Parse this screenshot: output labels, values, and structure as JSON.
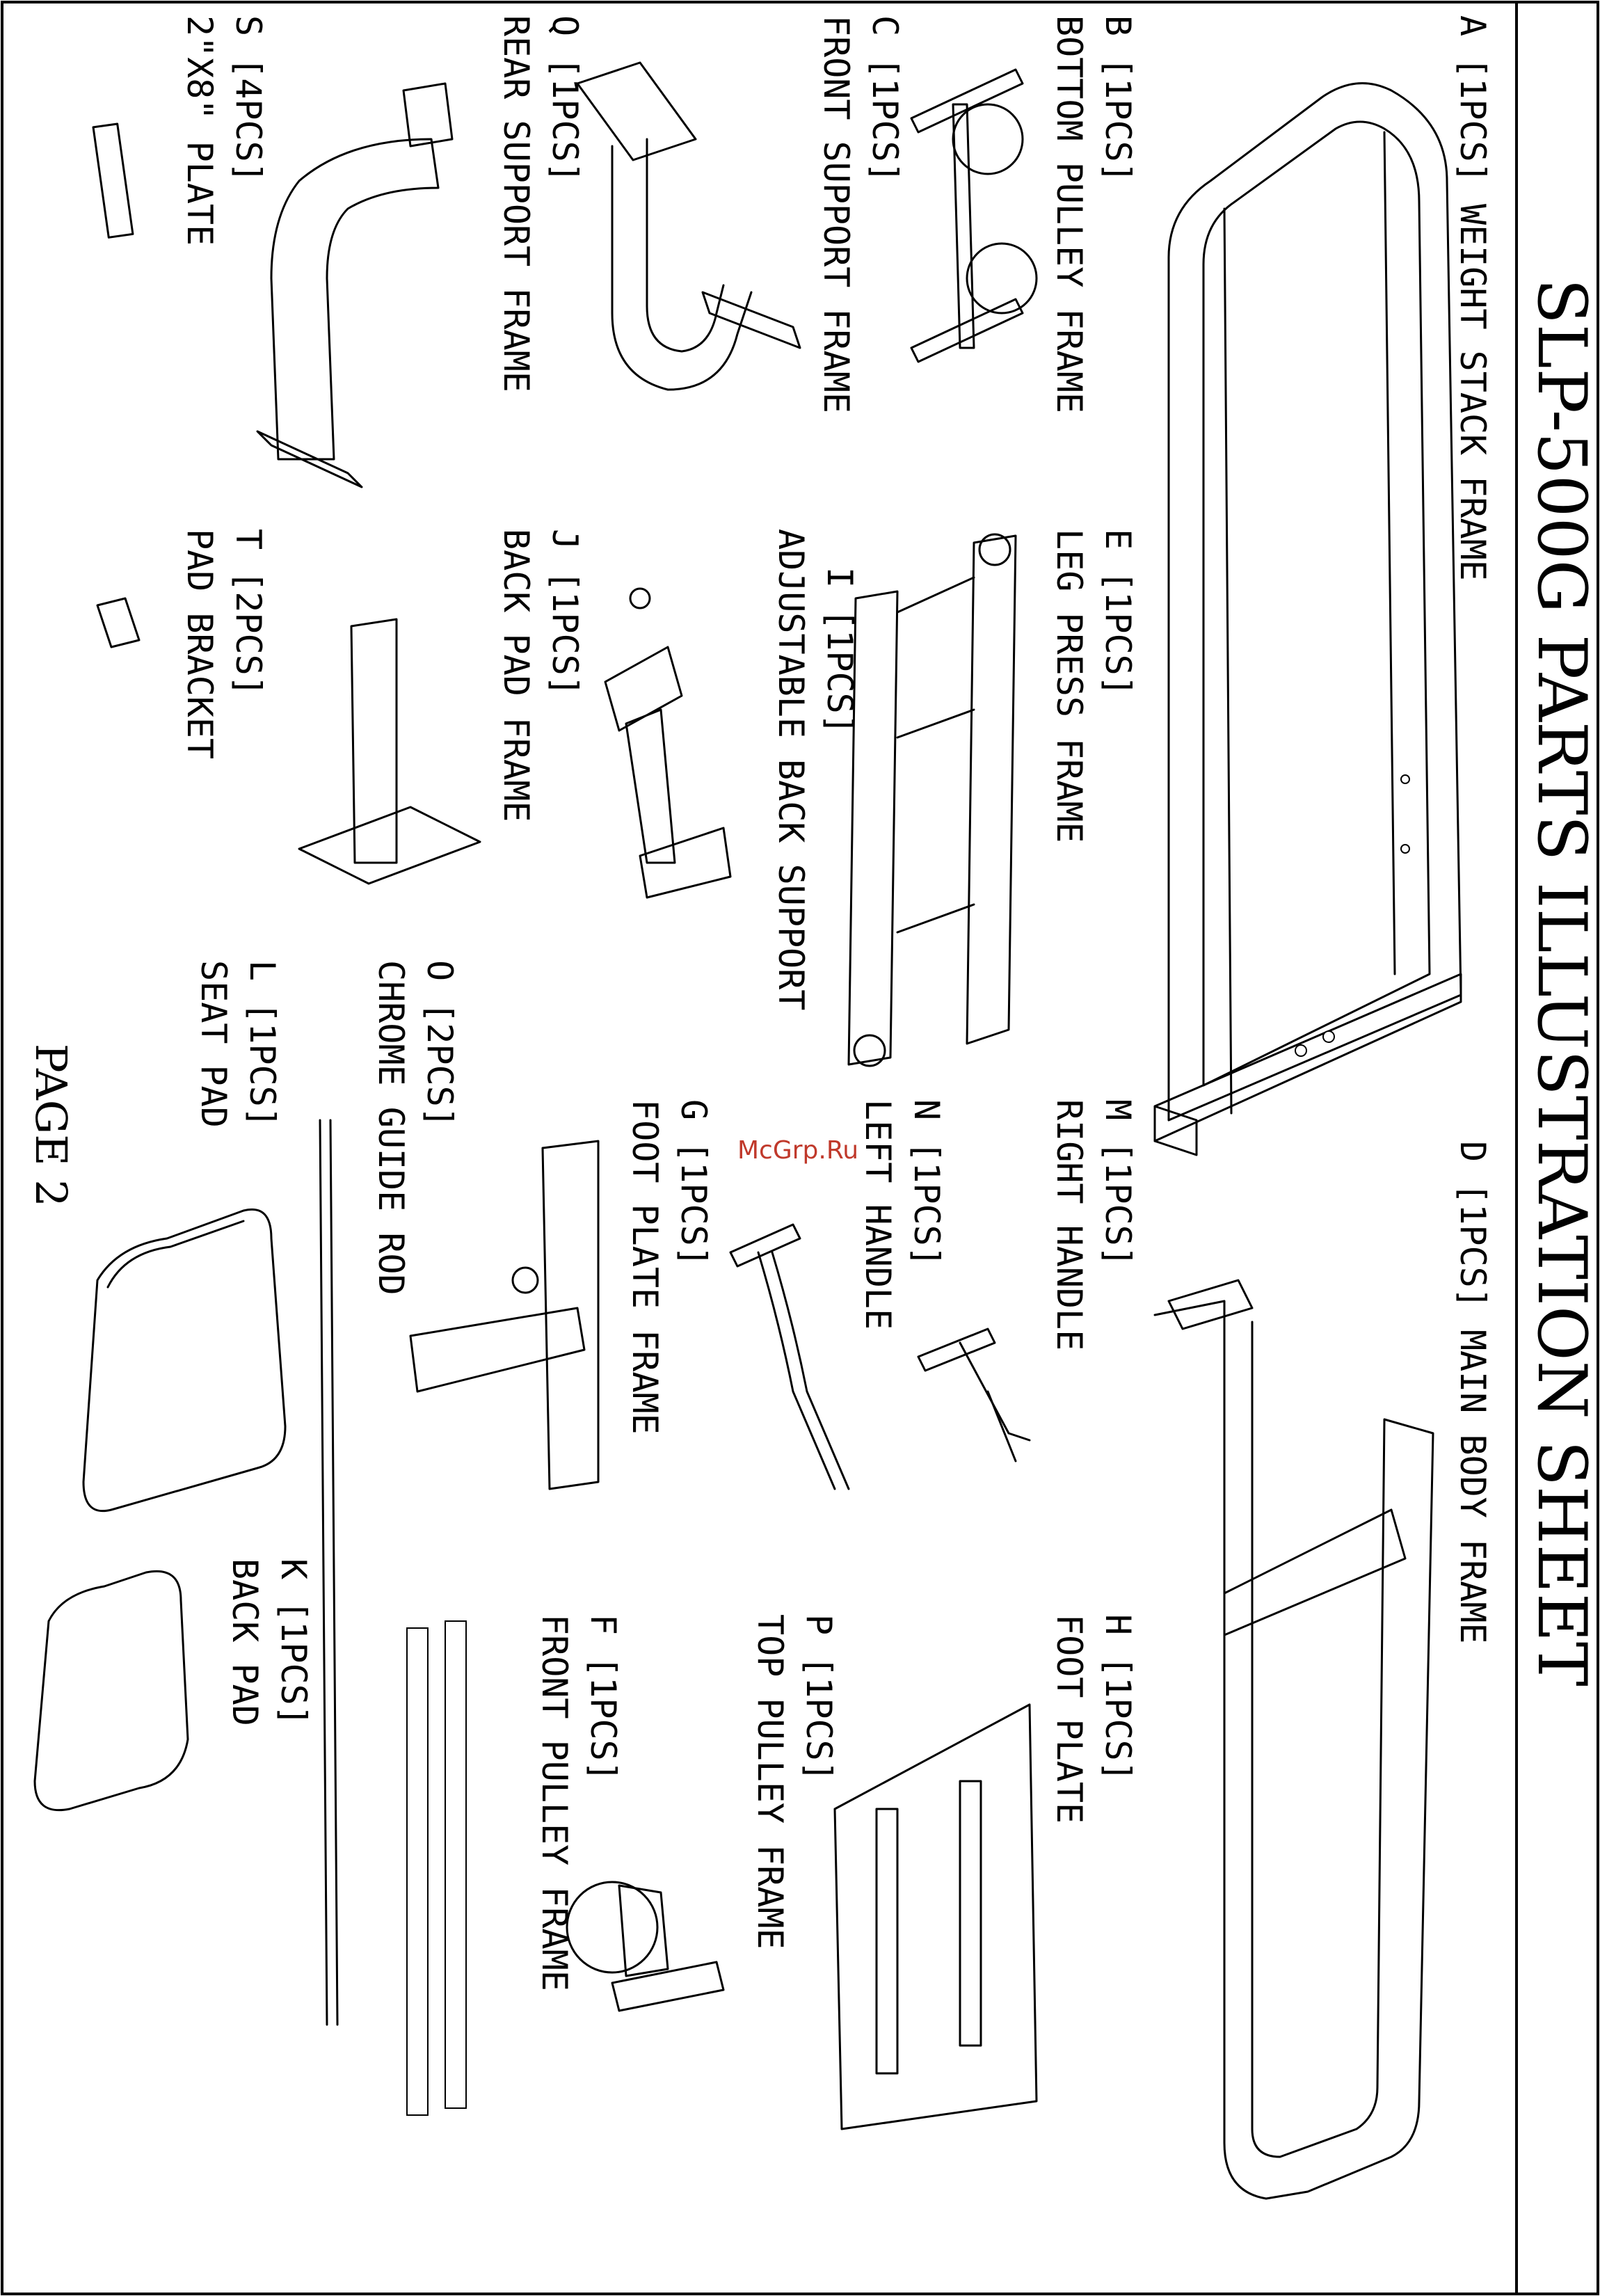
{
  "title": "SLP-500G PARTS ILLUSTRATION SHEET",
  "watermark": "McGrp.Ru",
  "watermark_color": "#c0392b",
  "page_label": "PAGE 2",
  "parts": {
    "a": {
      "code": "A [1PCS]",
      "name": "WEIGHT STACK FRAME"
    },
    "b": {
      "code": "B [1PCS]",
      "name": "BOTTOM PULLEY FRAME"
    },
    "c": {
      "code": "C [1PCS]",
      "name": "FRONT SUPPORT FRAME"
    },
    "q": {
      "code": "Q [1PCS]",
      "name": "REAR SUPPORT FRAME"
    },
    "s": {
      "code": "S [4PCS]",
      "name": "2\"X8\" PLATE"
    },
    "e": {
      "code": "E [1PCS]",
      "name": "LEG PRESS FRAME"
    },
    "i": {
      "code": "I [1PCS]",
      "name": "ADJUSTABLE BACK SUPPORT"
    },
    "j": {
      "code": "J [1PCS]",
      "name": "BACK PAD FRAME"
    },
    "t": {
      "code": "T [2PCS]",
      "name": "PAD BRACKET"
    },
    "d": {
      "code": "D [1PCS]",
      "name": "MAIN BODY FRAME"
    },
    "m": {
      "code": "M [1PCS]",
      "name": "RIGHT HANDLE"
    },
    "n": {
      "code": "N [1PCS]",
      "name": "LEFT HANDLE"
    },
    "g": {
      "code": "G [1PCS]",
      "name": "FOOT PLATE FRAME"
    },
    "o": {
      "code": "O [2PCS]",
      "name": "CHROME GUIDE ROD"
    },
    "l": {
      "code": "L [1PCS]",
      "name": "SEAT PAD"
    },
    "h": {
      "code": "H [1PCS]",
      "name": "FOOT PLATE"
    },
    "p": {
      "code": "P [1PCS]",
      "name": "TOP PULLEY FRAME"
    },
    "f": {
      "code": "F [1PCS]",
      "name": "FRONT PULLEY FRAME"
    },
    "k": {
      "code": "K [1PCS]",
      "name": "BACK PAD"
    }
  }
}
